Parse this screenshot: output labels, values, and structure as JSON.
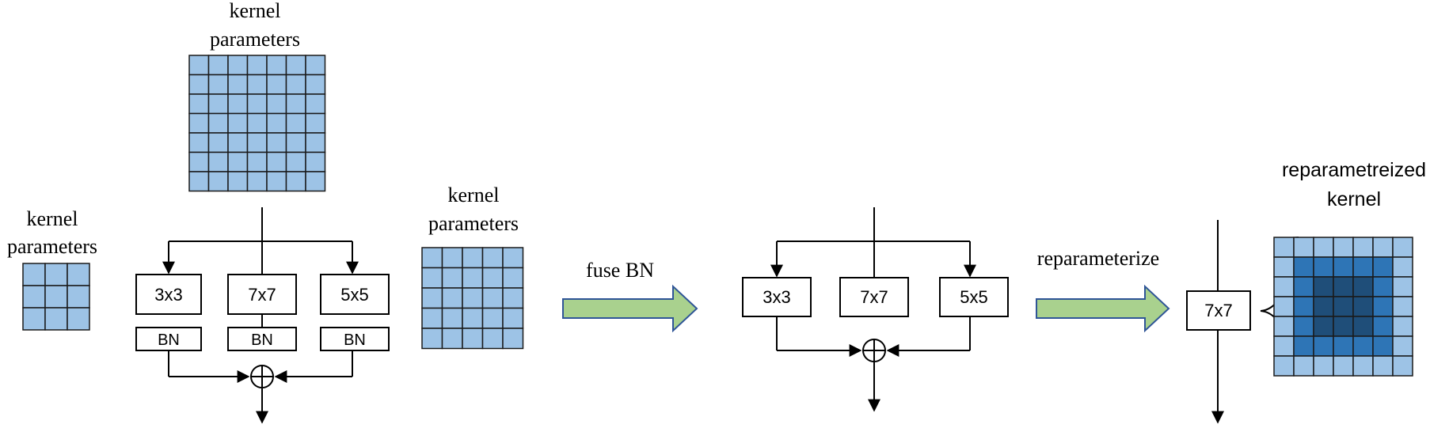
{
  "labels": {
    "kernel_params_left": [
      "kernel",
      "parameters"
    ],
    "kernel_params_top": [
      "kernel",
      "parameters"
    ],
    "kernel_params_mid": [
      "kernel",
      "parameters"
    ],
    "fuse_bn": "fuse BN",
    "reparameterize": "reparameterize",
    "reparam_kernel": [
      "reparametreized",
      "kernel"
    ]
  },
  "branches_stage1": {
    "convs": [
      "3x3",
      "7x7",
      "5x5"
    ],
    "norm": [
      "BN",
      "BN",
      "BN"
    ]
  },
  "branches_stage2": {
    "convs": [
      "3x3",
      "7x7",
      "5x5"
    ]
  },
  "stage3": {
    "conv": "7x7"
  },
  "grids": {
    "left_size": 3,
    "top_size": 7,
    "mid_size": 5,
    "reparam_size": 7
  },
  "colors": {
    "cell_light": "#9dc3e6",
    "cell_mid": "#2e75b6",
    "cell_dark": "#1f4e79",
    "arrow_fill": "#a9d18e",
    "arrow_stroke": "#2f5597"
  }
}
